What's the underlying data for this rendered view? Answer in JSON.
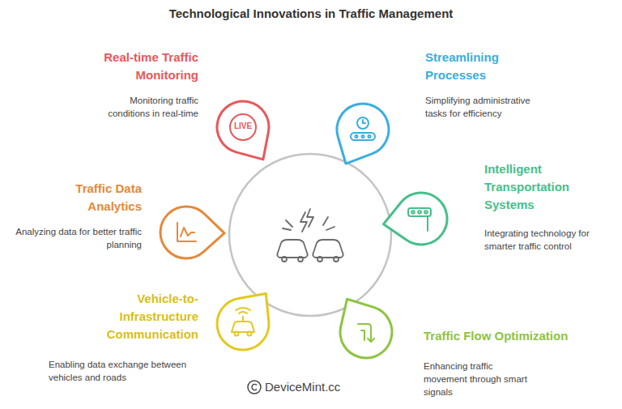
{
  "diagram": {
    "title": "Technological Innovations in Traffic Management",
    "nodes": [
      {
        "text": [
          "Real-time Traffic Monitoring",
          "Monitoring traffic conditions in real-time"
        ]
      },
      {
        "text": [
          "Streamlining Processes",
          "Simplifying administrative tasks for efficiency"
        ]
      },
      {
        "text": [
          "Traffic Data Analytics",
          "Analyzing data for better traffic planning"
        ]
      },
      {
        "text": [
          "Intelligent Transportation Systems",
          "Integrating technology for smarter traffic control"
        ]
      },
      {
        "text": [
          "Vehicle-to-Infrastructure Communication",
          "Enabling data exchange between vehicles and roads"
        ]
      },
      {
        "text": [
          "Traffic Flow Optimization",
          "Enhancing traffic movement through smart signals"
        ]
      }
    ],
    "labels": [
      "LIVE",
      "DeviceMint.cc"
    ]
  }
}
